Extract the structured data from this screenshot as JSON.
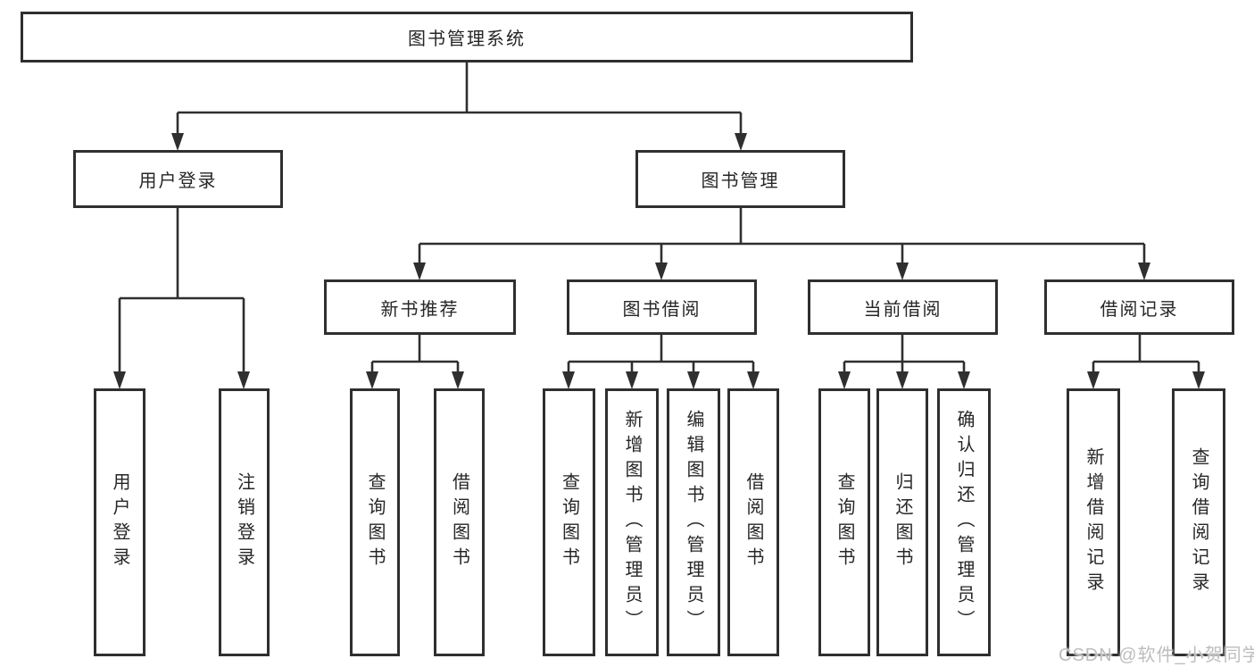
{
  "colors": {
    "line": "#2f2f2f",
    "box_border": "#2f2f2f",
    "text": "#262626",
    "watermark": "#bdbdbd",
    "background": "#ffffff"
  },
  "watermark": "CSDN @软件_小贺同学",
  "tree": {
    "root": "图书管理系统",
    "level2": {
      "user_login": "用户登录",
      "book_management": "图书管理"
    },
    "level3": {
      "new_book_recommendation": "新书推荐",
      "book_borrowing": "图书借阅",
      "current_borrowing": "当前借阅",
      "borrowing_records": "借阅记录"
    },
    "leaves": {
      "user_login": "用户登录",
      "logout": "注销登录",
      "recommend_query_books": "查询图书",
      "recommend_borrow_books": "借阅图书",
      "borrowing_query_books": "查询图书",
      "borrowing_add_books": "新增图书（管理员）",
      "borrowing_edit_books": "编辑图书（管理员）",
      "borrowing_borrow_books": "借阅图书",
      "current_query_books": "查询图书",
      "current_return_books": "归还图书",
      "current_confirm_return": "确认归还（管理员）",
      "records_add_record": "新增借阅记录",
      "records_query_record": "查询借阅记录"
    }
  }
}
